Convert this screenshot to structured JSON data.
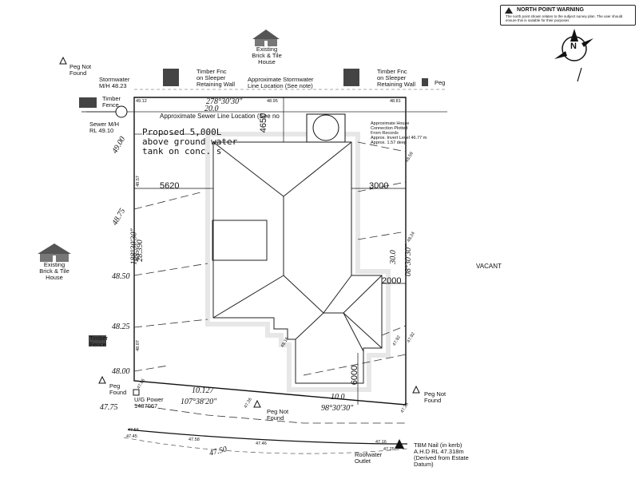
{
  "warning": {
    "title": "NORTH POINT WARNING",
    "body": "The north point shown relates to the subject survey plan. The user should ensure this is suitable for their purposes"
  },
  "compass_letter": "N",
  "houses": {
    "top": "Existing\nBrick & Tile\nHouse",
    "left": "Existing\nBrick & Tile\nHouse"
  },
  "vacant": "VACANT",
  "labels": {
    "peg_not_found_tl": "Peg Not\nFound",
    "stormwater_mh": "Stormwater\nM/H 48.23",
    "timber_fnc_left": "Timber Fnc\non Sleeper\nRetaining Wall",
    "approx_stormwater": "Approximate Stormwater\nLine Location (See note)",
    "timber_fnc_right": "Timber Fnc\non Sleeper\nRetaining Wall",
    "peg_top_right": "Peg",
    "timber_fence_top": "Timber\nFence",
    "sewer_mh": "Sewer M/H\nRL 49.10",
    "approx_sewer": "Approximate Sewer Line Location (See no",
    "tank": "Proposed 5,000L\nabove ground water\ntank on conc. s",
    "house_connection": "Approximate House\nConnection Plotted\nFrom Records\nApprox. Invert Level 46.77 m\nApprox. 1.57 deep",
    "timber_fence_left": "Timber\nFence",
    "peg_found": "Peg\nFound",
    "ug_power": "U/G Power\n1487067",
    "peg_not_found_bottom": "Peg Not\nFound",
    "peg_not_found_right": "Peg Not\nFound",
    "tbm": "TBM Nail (in kerb)\nA.H.D RL 47.318m\n(Derived from Estate\nDatum)",
    "roofwater": "Roofwater\nOutlet"
  },
  "bearings": {
    "top": "278°30'30\"",
    "left": "188°30'30\"",
    "right": "08°30'30\"",
    "bottom_left": "107°38'20\"",
    "bottom_right": "98°30'30\""
  },
  "distances": {
    "top": "20.0",
    "left": "28.390",
    "right": "30.0",
    "bottom_left": "10.127",
    "bottom_right": "10.0"
  },
  "setbacks": {
    "left": "5620",
    "right": "3000",
    "top": "4650",
    "bottom": "6000",
    "side_step": "2000"
  },
  "contours": [
    "49.00",
    "48.75",
    "48.50",
    "48.25",
    "48.00",
    "47.75",
    "47.50"
  ],
  "spot_levels": {
    "tl": "49.12",
    "top_mid": "48.95",
    "tr": "48.81",
    "left_upper": "48.57",
    "left_mid": "48.33",
    "left_low": "48.07",
    "right_upper": "48.59",
    "right_mid": "48.24",
    "right_low": "47.92",
    "bl": "47.86",
    "bot_mid": "47.26",
    "br": "47.28",
    "road_a": "47.56",
    "road_b": "47.45",
    "road_c": "47.58",
    "road_d": "47.46",
    "road_e": "47.16",
    "road_f": "47.25",
    "house_corner_a": "48.16",
    "house_corner_b": "47.92"
  }
}
